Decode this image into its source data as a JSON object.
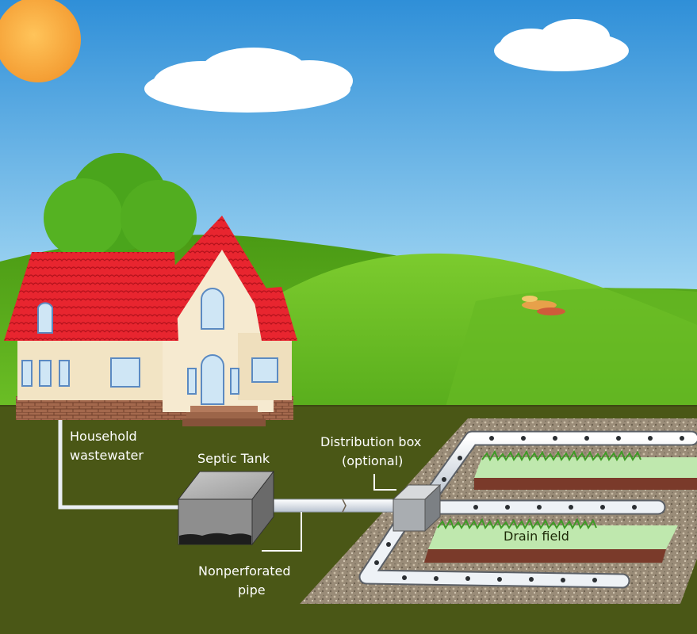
{
  "labels": {
    "household_line1": "Household",
    "household_line2": "wastewater",
    "septic_tank": "Septic Tank",
    "distribution_line1": "Distribution box",
    "distribution_line2": "(optional)",
    "drain_field": "Drain field",
    "pipe_line1": "Nonperforated",
    "pipe_line2": "pipe"
  },
  "colors": {
    "sky_top": "#2f8fd8",
    "sky_bottom": "#cdeaf6",
    "hill": "#5fb21f",
    "ground": "#4a5716",
    "roof": "#e8252f",
    "wall": "#f4e7c8",
    "sun": "#f7a23a"
  }
}
